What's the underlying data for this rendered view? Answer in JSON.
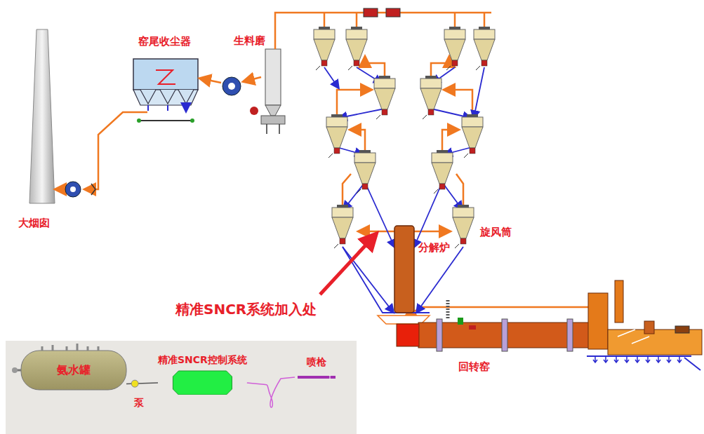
{
  "diagram": {
    "nodes": [
      {
        "text": [
          "氨水罐"
        ]
      },
      {
        "text": [
          "精准SNCR控制系统"
        ]
      },
      {
        "text": [
          "喷枪"
        ]
      }
    ],
    "edges": [
      {
        "from": 0,
        "to": 1,
        "arrow": "none"
      },
      {
        "from": 1,
        "to": 2,
        "arrow": "none"
      }
    ],
    "labels": [
      "窑尾收尘器",
      "生料磨",
      "大烟囱",
      "旋风筒",
      "分解炉",
      "精准SNCR系统加入处",
      "回转窑",
      "泵"
    ]
  }
}
